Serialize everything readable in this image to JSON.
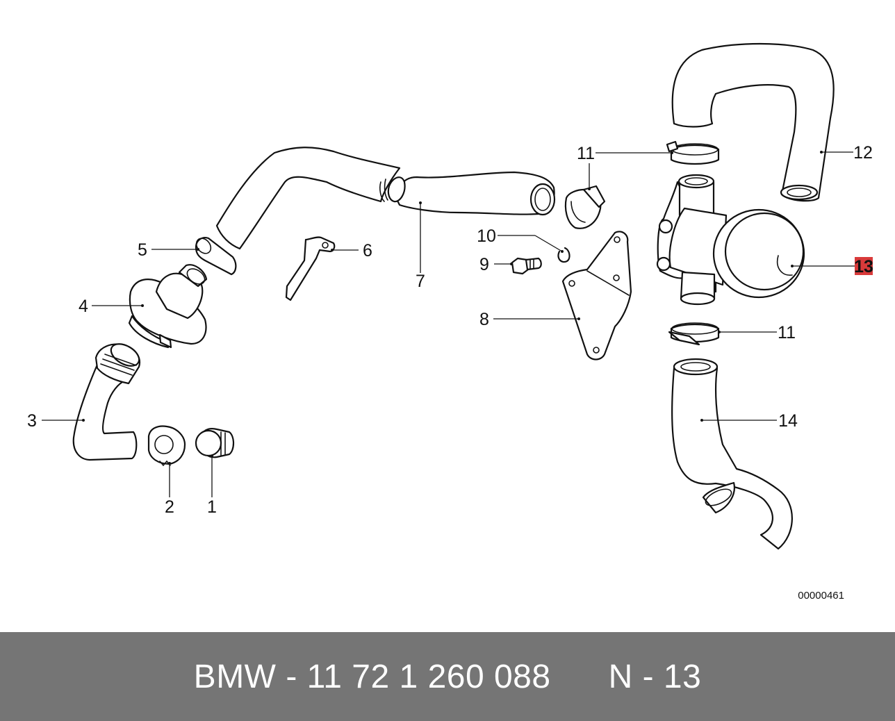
{
  "diagram": {
    "callouts": [
      "1",
      "2",
      "3",
      "4",
      "5",
      "6",
      "7",
      "8",
      "9",
      "10",
      "11",
      "11",
      "12",
      "13",
      "14"
    ],
    "highlighted_callout": "13",
    "highlight_color": "#d93a3a",
    "reference_number": "00000461"
  },
  "footer": {
    "brand": "BMW",
    "part_number": "11 72 1 260 088",
    "position_label": "N - 13",
    "background_color": "#757575"
  }
}
